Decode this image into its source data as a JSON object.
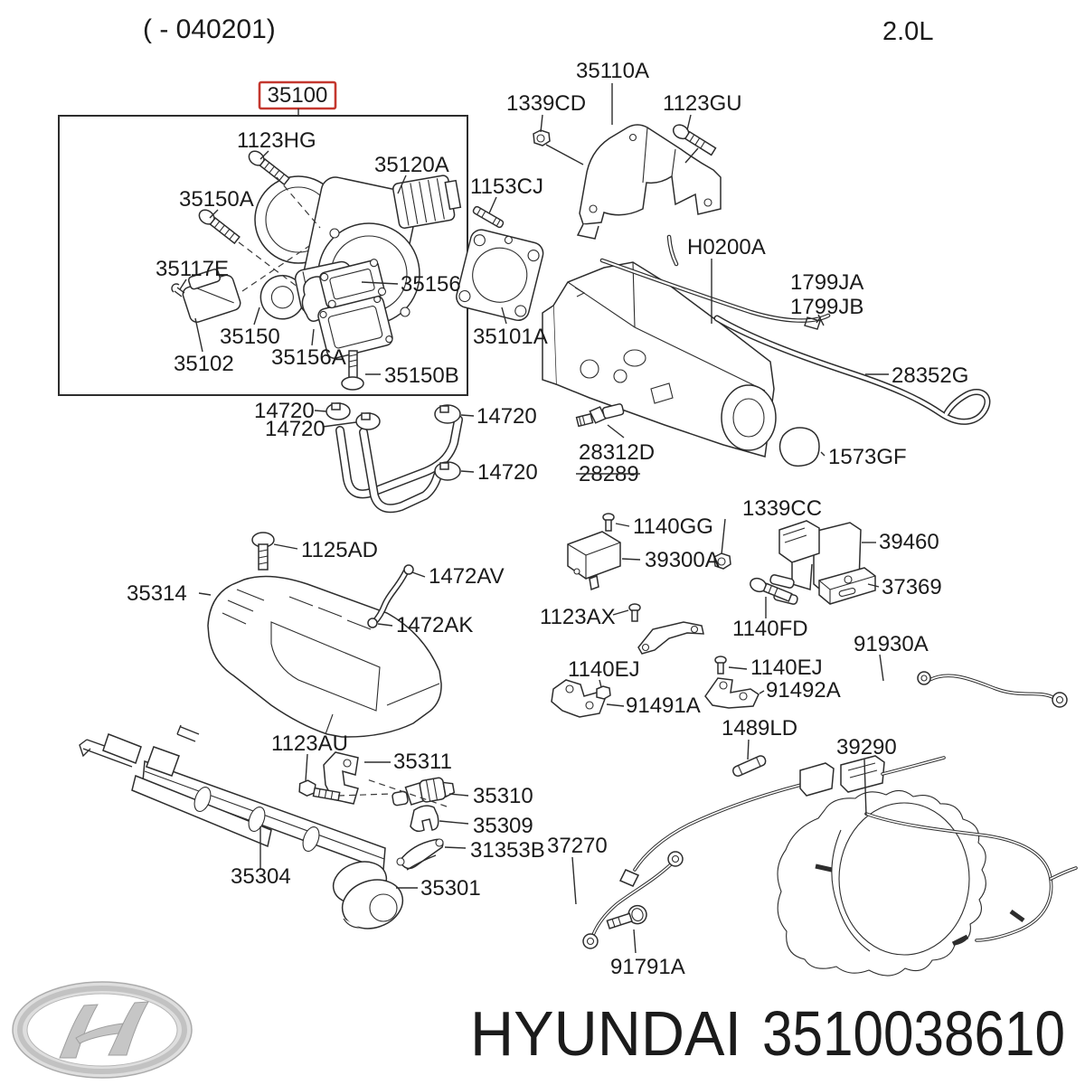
{
  "header": {
    "revision": "( - 040201)",
    "engine_size": "2.0L"
  },
  "highlighted_part": {
    "number": "35100",
    "box_color": "#c4372e"
  },
  "caption": {
    "brand": "HYUNDAI",
    "part_number": "3510038610"
  },
  "colors": {
    "line": "#2d2d2d",
    "label": "#1b1b1b",
    "background": "#ffffff",
    "highlight_box": "#c4372e",
    "logo_silver": "#c9c9c9"
  },
  "parts": {
    "35110A": "35110A",
    "1339CD": "1339CD",
    "1123GU": "1123GU",
    "35100": "35100",
    "1123HG": "1123HG",
    "35120A": "35120A",
    "35150A": "35150A",
    "1153CJ": "1153CJ",
    "35117E": "35117E",
    "35156": "35156",
    "35150": "35150",
    "35156A": "35156A",
    "35102": "35102",
    "35150B": "35150B",
    "35101A": "35101A",
    "H0200A": "H0200A",
    "1799JA": "1799JA",
    "1799JB": "1799JB",
    "28352G": "28352G",
    "1573GF": "1573GF",
    "28312D": "28312D",
    "28289": "28289",
    "14720": "14720",
    "1125AD": "1125AD",
    "1472AV": "1472AV",
    "35314": "35314",
    "1472AK": "1472AK",
    "1140GG": "1140GG",
    "39300A": "39300A",
    "1339CC": "1339CC",
    "39460": "39460",
    "37369": "37369",
    "1123AX": "1123AX",
    "1140FD": "1140FD",
    "91930A": "91930A",
    "1140EJ": "1140EJ",
    "91491A": "91491A",
    "91492A": "91492A",
    "1489LD": "1489LD",
    "39290": "39290",
    "1123AU": "1123AU",
    "35311": "35311",
    "35310": "35310",
    "35309": "35309",
    "31353B": "31353B",
    "35304": "35304",
    "35301": "35301",
    "37270": "37270",
    "91791A": "91791A"
  }
}
